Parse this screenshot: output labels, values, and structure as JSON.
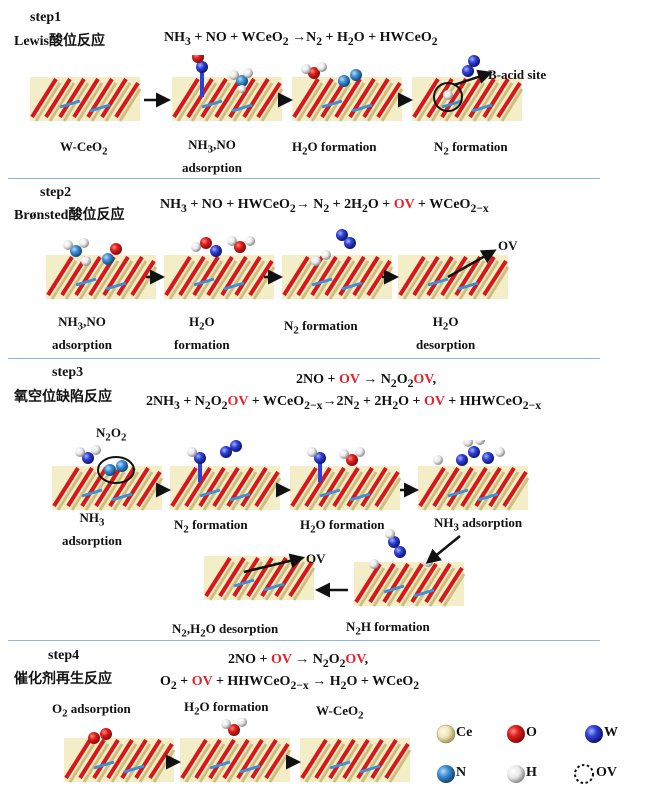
{
  "steps": [
    {
      "title": "step1",
      "subtitle": "Lewis酸位反应",
      "eq1": {
        "p1": "NH",
        "s1": "3",
        "p2": " + NO + WCeO",
        "s2": "2",
        "p3": " →N",
        "s3": "2",
        "p4": " + H",
        "s4": "2",
        "p5": "O + HWCeO",
        "s5": "2"
      },
      "labels": {
        "a": "W-CeO",
        "a_sub": "2",
        "b1": "NH",
        "b1_sub": "3",
        "b1_rest": ",NO",
        "b2": "adsorption",
        "c1": "H",
        "c1_sub": "2",
        "c1_rest": "O formation",
        "d1": "N",
        "d1_sub": "2",
        "d1_rest": " formation",
        "callout": "B-acid site"
      }
    },
    {
      "title": "step2",
      "subtitle": "Brønsted酸位反应",
      "eq1": {
        "p1": "NH",
        "s1": "3",
        "p2": " + NO + HWCeO",
        "s2": "2",
        "p3": "→ N",
        "s3": "2",
        "p4": " + 2H",
        "s4": "2",
        "p5": "O + ",
        "ov": "OV",
        "p6": " + WCeO",
        "s6": "2−x"
      },
      "labels": {
        "a1": "NH",
        "a1_sub": "3",
        "a1_rest": ",NO",
        "a2": "adsorption",
        "b1": "H",
        "b1_sub": "2",
        "b1_rest": "O",
        "b2": "formation",
        "c1": "N",
        "c1_sub": "2",
        "c1_rest": " formation",
        "d1": "H",
        "d1_sub": "2",
        "d1_rest": "O",
        "d2": "desorption",
        "callout": "OV"
      }
    },
    {
      "title": "step3",
      "subtitle": "氧空位缺陷反应",
      "eq1": {
        "p1": "2NO + ",
        "ov": "OV",
        "p2": " → N",
        "s2": "2",
        "p3": "O",
        "s3": "2",
        "ov2": "OV",
        "p4": ","
      },
      "eq2": {
        "p1": "2NH",
        "s1": "3",
        "p2": " + N",
        "s2": "2",
        "p3": "O",
        "s3": "2",
        "ov": "OV",
        "p4": " + WCeO",
        "s4": "2−x",
        "p5": "→2N",
        "s5": "2",
        "p6": " + 2H",
        "s6": "2",
        "p7": "O + ",
        "ov2": "OV",
        "p8": " + HHWCeO",
        "s8": "2−x"
      },
      "labels": {
        "callout_top": "N",
        "callout_top_sub": "2",
        "callout_top_rest": "O",
        "callout_top_sub2": "2",
        "a1": "NH",
        "a1_sub": "3",
        "a2": "adsorption",
        "b1": "N",
        "b1_sub": "2",
        "b1_rest": " formation",
        "c1": "H",
        "c1_sub": "2",
        "c1_rest": "O formation",
        "d1": "NH",
        "d1_sub": "3",
        "d1_rest": " adsorption",
        "e1": "N",
        "e1_sub": "2",
        "e1_rest": "H formation",
        "f1": "N",
        "f1_sub": "2",
        "f1_rest": ",H",
        "f1_sub2": "2",
        "f1_rest2": "O desorption",
        "callout": "OV"
      }
    },
    {
      "title": "step4",
      "subtitle": "催化剂再生反应",
      "eq1": {
        "p1": "2NO + ",
        "ov": "OV",
        "p2": " → N",
        "s2": "2",
        "p3": "O",
        "s3": "2",
        "ov2": "OV",
        "p4": ","
      },
      "eq2": {
        "p1": "O",
        "s1": "2",
        "p2": " + ",
        "ov": "OV",
        "p3": " + HHWCeO",
        "s3": "2−x",
        "p4": " → H",
        "s4": "2",
        "p5": "O + WCeO",
        "s5": "2"
      },
      "labels": {
        "a1": "O",
        "a1_sub": "2",
        "a1_rest": " adsorption",
        "b1": "H",
        "b1_sub": "2",
        "b1_rest": "O formation",
        "c1": "W-CeO",
        "c1_sub": "2"
      }
    }
  ],
  "legend": [
    {
      "name": "Ce",
      "color": "#efe7b8"
    },
    {
      "name": "O",
      "color": "#d9161a"
    },
    {
      "name": "W",
      "color": "#2f40d8"
    },
    {
      "name": "N",
      "color": "#3d8fd6"
    },
    {
      "name": "H",
      "color": "#f2f2f2"
    },
    {
      "name": "OV",
      "color": "none"
    }
  ],
  "colors": {
    "red": "#e4232e",
    "ce": "#efe7b8",
    "o": "#d9161a",
    "w": "#2f40d8",
    "n": "#3d8fd6",
    "h": "#f2f2f2",
    "separator": "#8bb6dd"
  }
}
